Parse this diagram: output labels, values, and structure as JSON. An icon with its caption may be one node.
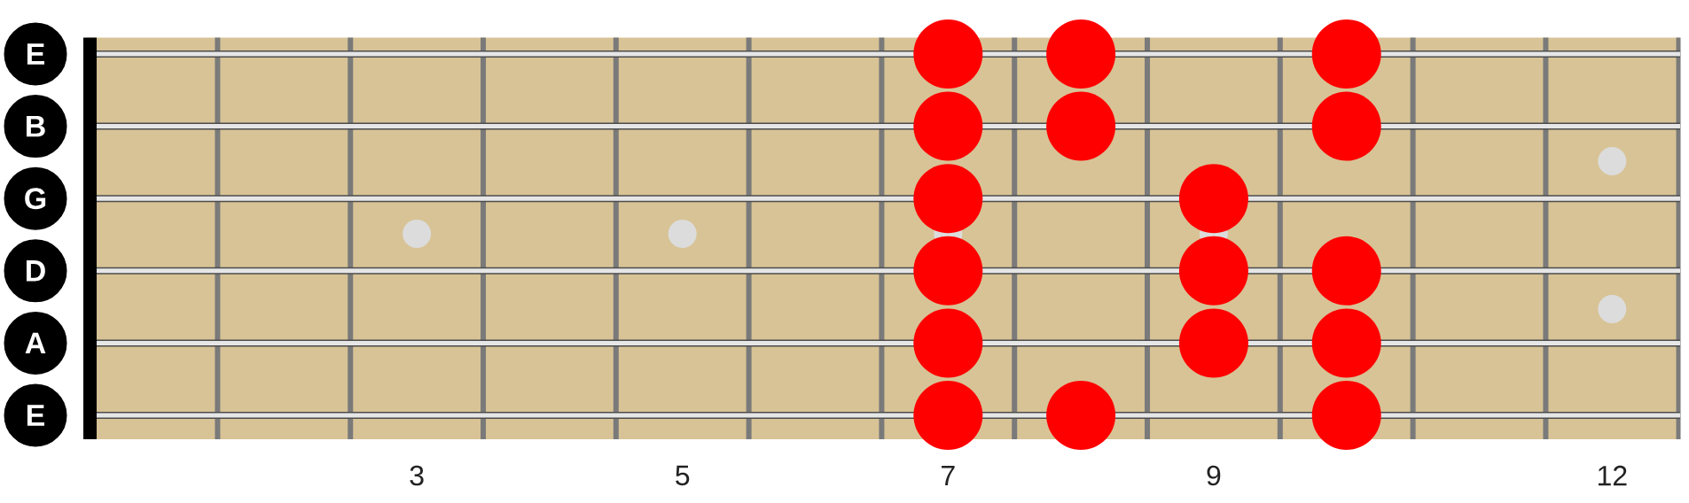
{
  "diagram": {
    "nodes": [
      {
        "text": [
          "E"
        ]
      },
      {
        "text": [
          "B"
        ]
      },
      {
        "text": [
          "G"
        ]
      },
      {
        "text": [
          "D"
        ]
      },
      {
        "text": [
          "A"
        ]
      },
      {
        "text": [
          "E"
        ]
      },
      {
        "text": [],
        "shape": "circle"
      },
      {
        "text": [],
        "shape": "circle"
      },
      {
        "text": [],
        "shape": "circle"
      },
      {
        "text": [],
        "shape": "circle"
      },
      {
        "text": [],
        "shape": "circle"
      },
      {
        "text": [],
        "shape": "circle"
      },
      {
        "text": [],
        "shape": "circle"
      },
      {
        "text": [],
        "shape": "circle"
      },
      {
        "text": [],
        "shape": "circle"
      },
      {
        "text": [],
        "shape": "circle"
      },
      {
        "text": [],
        "shape": "circle"
      },
      {
        "text": [],
        "shape": "circle"
      },
      {
        "text": [],
        "shape": "circle"
      },
      {
        "text": [],
        "shape": "circle"
      },
      {
        "text": [],
        "shape": "circle"
      },
      {
        "text": [],
        "shape": "circle"
      },
      {
        "text": [],
        "shape": "circle"
      }
    ],
    "labels": [
      "3",
      "5",
      "7",
      "9",
      "12"
    ]
  }
}
